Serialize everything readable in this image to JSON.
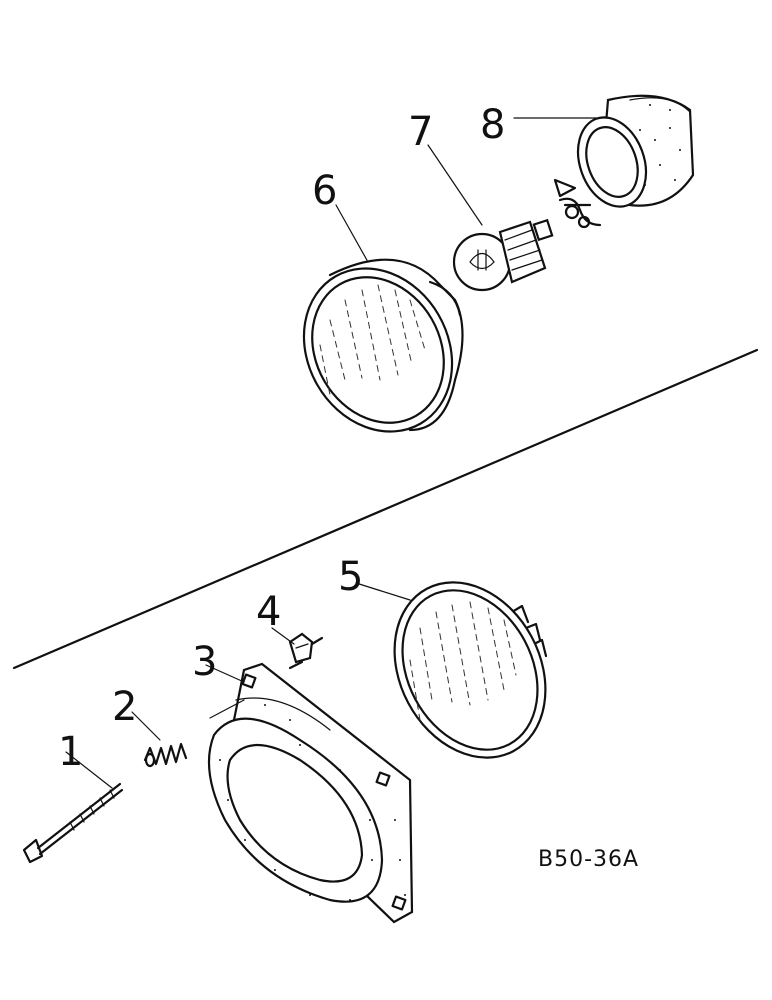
{
  "callouts": [
    {
      "id": "1",
      "label": "1"
    },
    {
      "id": "2",
      "label": "2"
    },
    {
      "id": "3",
      "label": "3"
    },
    {
      "id": "4",
      "label": "4"
    },
    {
      "id": "5",
      "label": "5"
    },
    {
      "id": "6",
      "label": "6"
    },
    {
      "id": "7",
      "label": "7"
    },
    {
      "id": "8",
      "label": "8"
    }
  ],
  "drawing_code": "B50-36A"
}
